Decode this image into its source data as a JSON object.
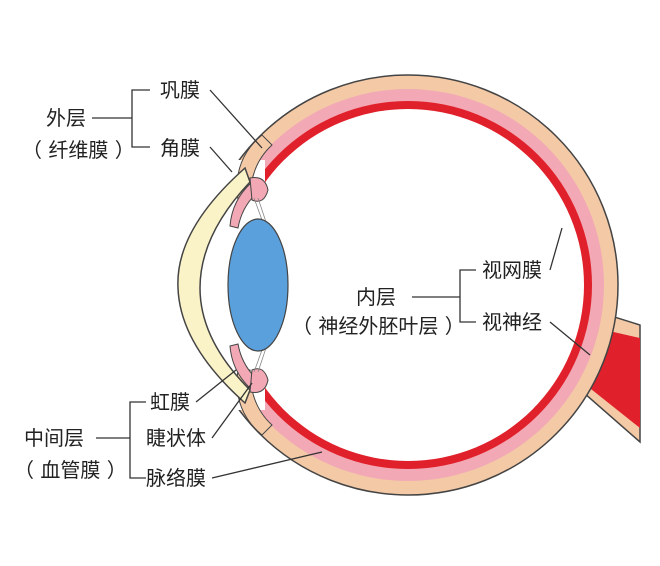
{
  "outer_layer": {
    "title": "外层",
    "subtitle": "（ 纤维膜 ）",
    "items": [
      "巩膜",
      "角膜"
    ]
  },
  "middle_layer": {
    "title": "中间层",
    "subtitle": "（ 血管膜 ）",
    "items": [
      "虹膜",
      "睫状体",
      "脉络膜"
    ]
  },
  "inner_layer": {
    "title": "内层",
    "subtitle": "（ 神经外胚叶层 ）",
    "items": [
      "视网膜",
      "视神经"
    ]
  },
  "colors": {
    "sclera": "#f4c9a6",
    "choroid": "#f2a9b5",
    "retina": "#e0202a",
    "cornea": "#fbf3c8",
    "lens": "#5aa0dc",
    "lines": "#333333"
  }
}
